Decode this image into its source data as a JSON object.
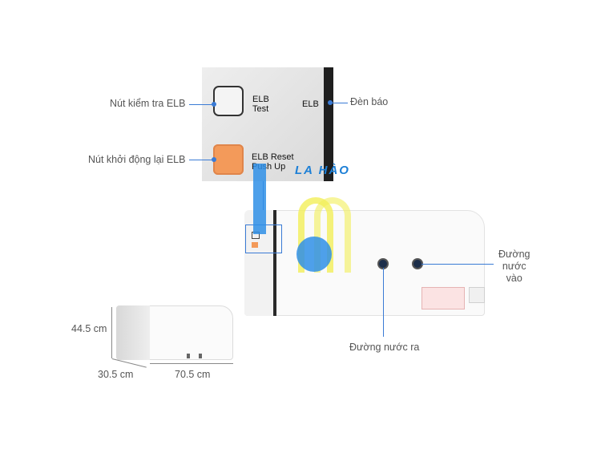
{
  "panel": {
    "elb_test_line1": "ELB",
    "elb_test_line2": "Test",
    "elb_reset_line1": "ELB Reset",
    "elb_reset_line2": "Push Up",
    "elb_indicator": "ELB"
  },
  "callouts": {
    "test_button": "Nút kiểm tra ELB",
    "reset_button": "Nút khởi động lại ELB",
    "indicator_light": "Đèn báo",
    "water_outlet": "Đường nước ra",
    "water_inlet_line1": "Đường",
    "water_inlet_line2": "nước",
    "water_inlet_line3": "vào"
  },
  "dimensions": {
    "height": "44.5 cm",
    "depth": "30.5 cm",
    "width": "70.5 cm"
  },
  "watermark": {
    "text": "LA HÀO"
  },
  "colors": {
    "accent": "#3a7bd5",
    "reset_button": "#f39a5a",
    "watermark_blue": "#2f8fe6",
    "watermark_yellow": "#f3f05a"
  }
}
